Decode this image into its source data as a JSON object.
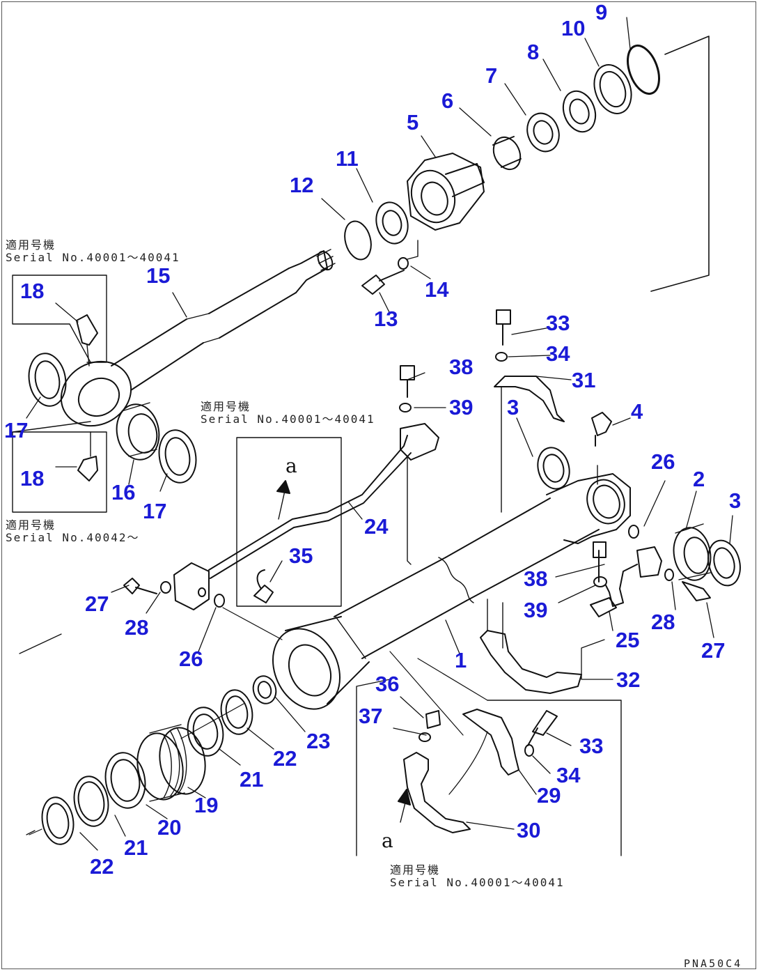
{
  "drawing_code": "PNA50C4",
  "serial_notes": [
    {
      "id": "note-upper-left",
      "line1": "適用号機",
      "line2": "Serial No.40001～40041"
    },
    {
      "id": "note-lower-left",
      "line1": "適用号機",
      "line2": "Serial No.40042～"
    },
    {
      "id": "note-center",
      "line1": "適用号機",
      "line2": "Serial No.40001～40041"
    },
    {
      "id": "note-bottom",
      "line1": "適用号機",
      "line2": "Serial No.40001～40041"
    }
  ],
  "view_markers": [
    "a",
    "a"
  ],
  "part_numbers": {
    "n1": "1",
    "n2": "2",
    "n3a": "3",
    "n3b": "3",
    "n4": "4",
    "n5": "5",
    "n6": "6",
    "n7": "7",
    "n8": "8",
    "n9": "9",
    "n10": "10",
    "n11": "11",
    "n12": "12",
    "n13": "13",
    "n14": "14",
    "n15": "15",
    "n16": "16",
    "n17a": "17",
    "n17b": "17",
    "n18a": "18",
    "n18b": "18",
    "n19": "19",
    "n20": "20",
    "n21a": "21",
    "n21b": "21",
    "n22a": "22",
    "n22b": "22",
    "n23": "23",
    "n24": "24",
    "n25": "25",
    "n26a": "26",
    "n26b": "26",
    "n27a": "27",
    "n27b": "27",
    "n28a": "28",
    "n28b": "28",
    "n29": "29",
    "n30": "30",
    "n31": "31",
    "n32": "32",
    "n33a": "33",
    "n33b": "33",
    "n34a": "34",
    "n34b": "34",
    "n35": "35",
    "n36": "36",
    "n37": "37",
    "n38a": "38",
    "n38b": "38",
    "n39a": "39",
    "n39b": "39"
  },
  "colors": {
    "callout": "#1a1ad6",
    "line": "#111111"
  }
}
